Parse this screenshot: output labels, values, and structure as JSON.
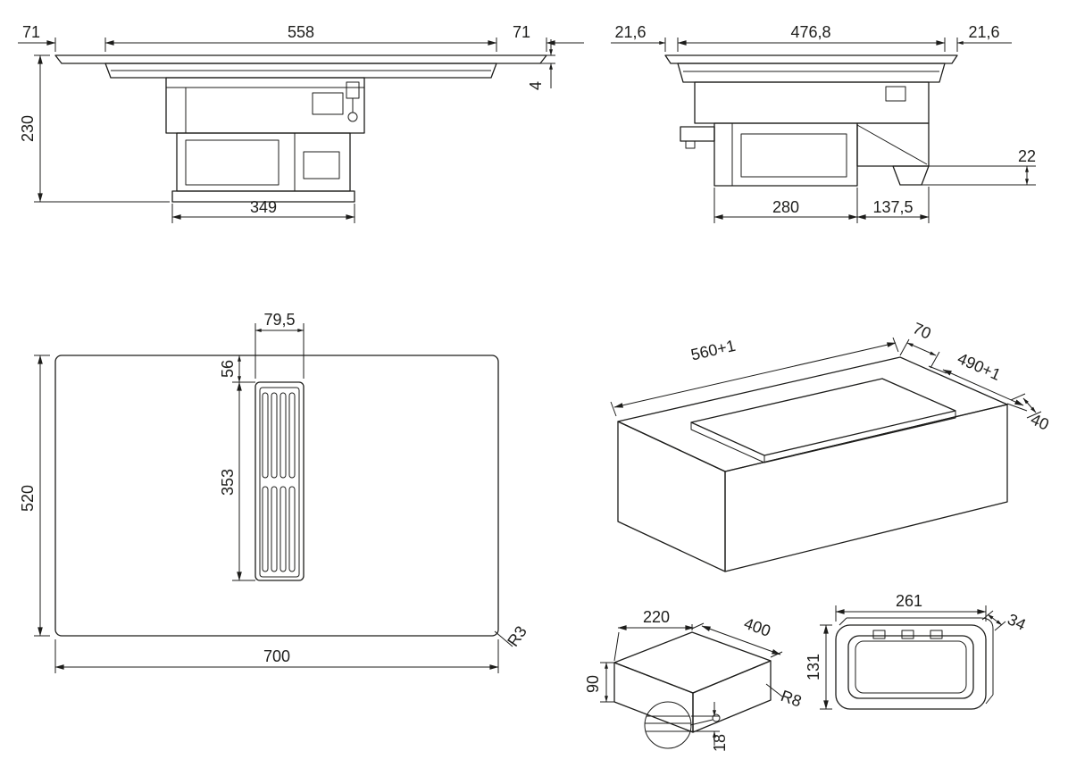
{
  "style": {
    "line_color": "#1d1d1b",
    "background": "#ffffff"
  },
  "drawing": {
    "front_view": {
      "dims": {
        "overhang_left": "71",
        "body_width": "558",
        "overhang_right": "71",
        "total_height": "230",
        "glass_thickness": "4",
        "duct_box_width": "349"
      }
    },
    "side_view": {
      "dims": {
        "overhang_front": "21,6",
        "body_depth": "476,8",
        "overhang_rear": "21,6",
        "lip_height": "22",
        "motor_box_depth": "280",
        "rear_section_depth": "137,5"
      }
    },
    "plan_view": {
      "dims": {
        "grille_width": "79,5",
        "grille_top_offset": "56",
        "grille_length": "353",
        "hob_depth": "520",
        "hob_width": "700",
        "corner_radius": "R3"
      }
    },
    "cutout_view": {
      "dims": {
        "cutout_width": "560+1",
        "rear_clearance": "70",
        "cutout_depth": "490+1",
        "front_clearance": "40"
      }
    },
    "duct_view": {
      "dims": {
        "width": "220",
        "length": "400",
        "height": "90",
        "corner_radius": "R8",
        "wall_thickness_detail": "18"
      }
    },
    "flange_view": {
      "dims": {
        "width": "261",
        "depth": "34",
        "height": "131"
      }
    }
  }
}
